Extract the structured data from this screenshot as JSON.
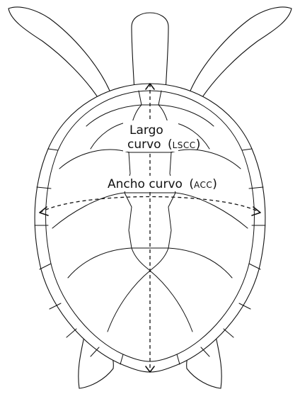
{
  "diagram": {
    "labels": {
      "length_line1": "Largo",
      "length_line2": "curvo",
      "length_abbr": "LSCC",
      "width_text": "Ancho curvo",
      "width_abbr": "ACC",
      "open_paren": "(",
      "close_paren": ")"
    }
  }
}
